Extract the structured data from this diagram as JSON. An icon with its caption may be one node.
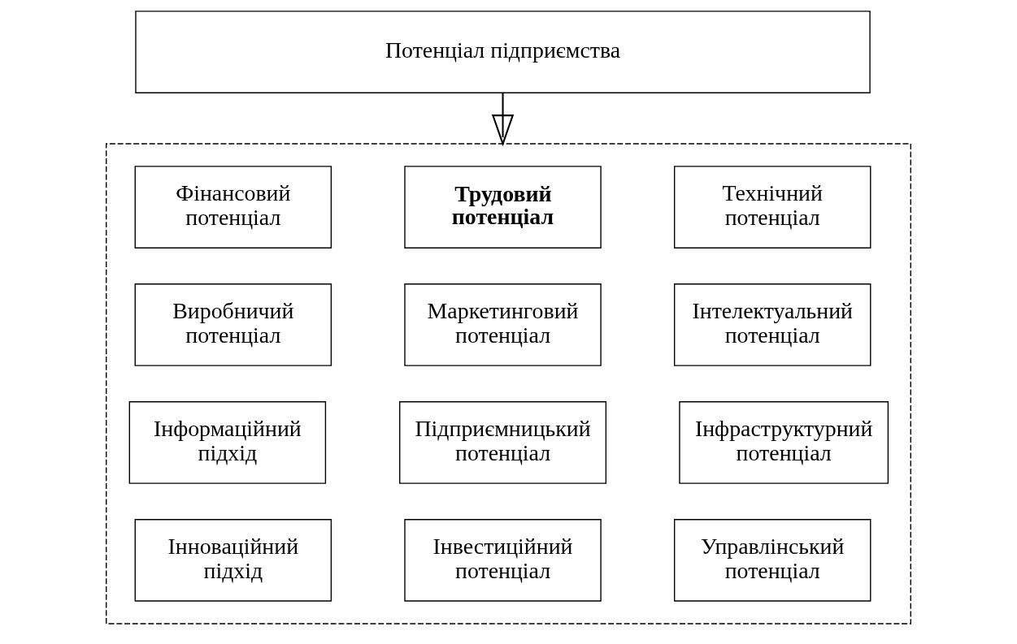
{
  "diagram": {
    "nodes": [
      {
        "text": [
          "Потенціал підприємства"
        ]
      },
      {
        "text": [],
        "shape": "box"
      },
      {
        "text": [
          "Фінансовий потенціал"
        ],
        "in": 1
      },
      {
        "text": [
          "Трудовий потенціал"
        ],
        "in": 1
      },
      {
        "text": [
          "Технічний потенціал"
        ],
        "in": 1
      },
      {
        "text": [
          "Виробничий потенціал"
        ],
        "in": 1
      },
      {
        "text": [
          "Маркетинговий потенціал"
        ],
        "in": 1
      },
      {
        "text": [
          "Інтелектуальний потенціал"
        ],
        "in": 1
      },
      {
        "text": [
          "Інформаційний підхід"
        ],
        "in": 1
      },
      {
        "text": [
          "Підприємницький потенціал"
        ],
        "in": 1
      },
      {
        "text": [
          "Інфраструктурний потенціал"
        ],
        "in": 1
      },
      {
        "text": [
          "Інноваційний підхід"
        ],
        "in": 1
      },
      {
        "text": [
          "Інвестиційний потенціал"
        ],
        "in": 1
      },
      {
        "text": [
          "Управлінський потенціал"
        ],
        "in": 1
      }
    ],
    "edges": [
      {
        "from": 0,
        "to": 1,
        "arrow": "to"
      }
    ]
  }
}
